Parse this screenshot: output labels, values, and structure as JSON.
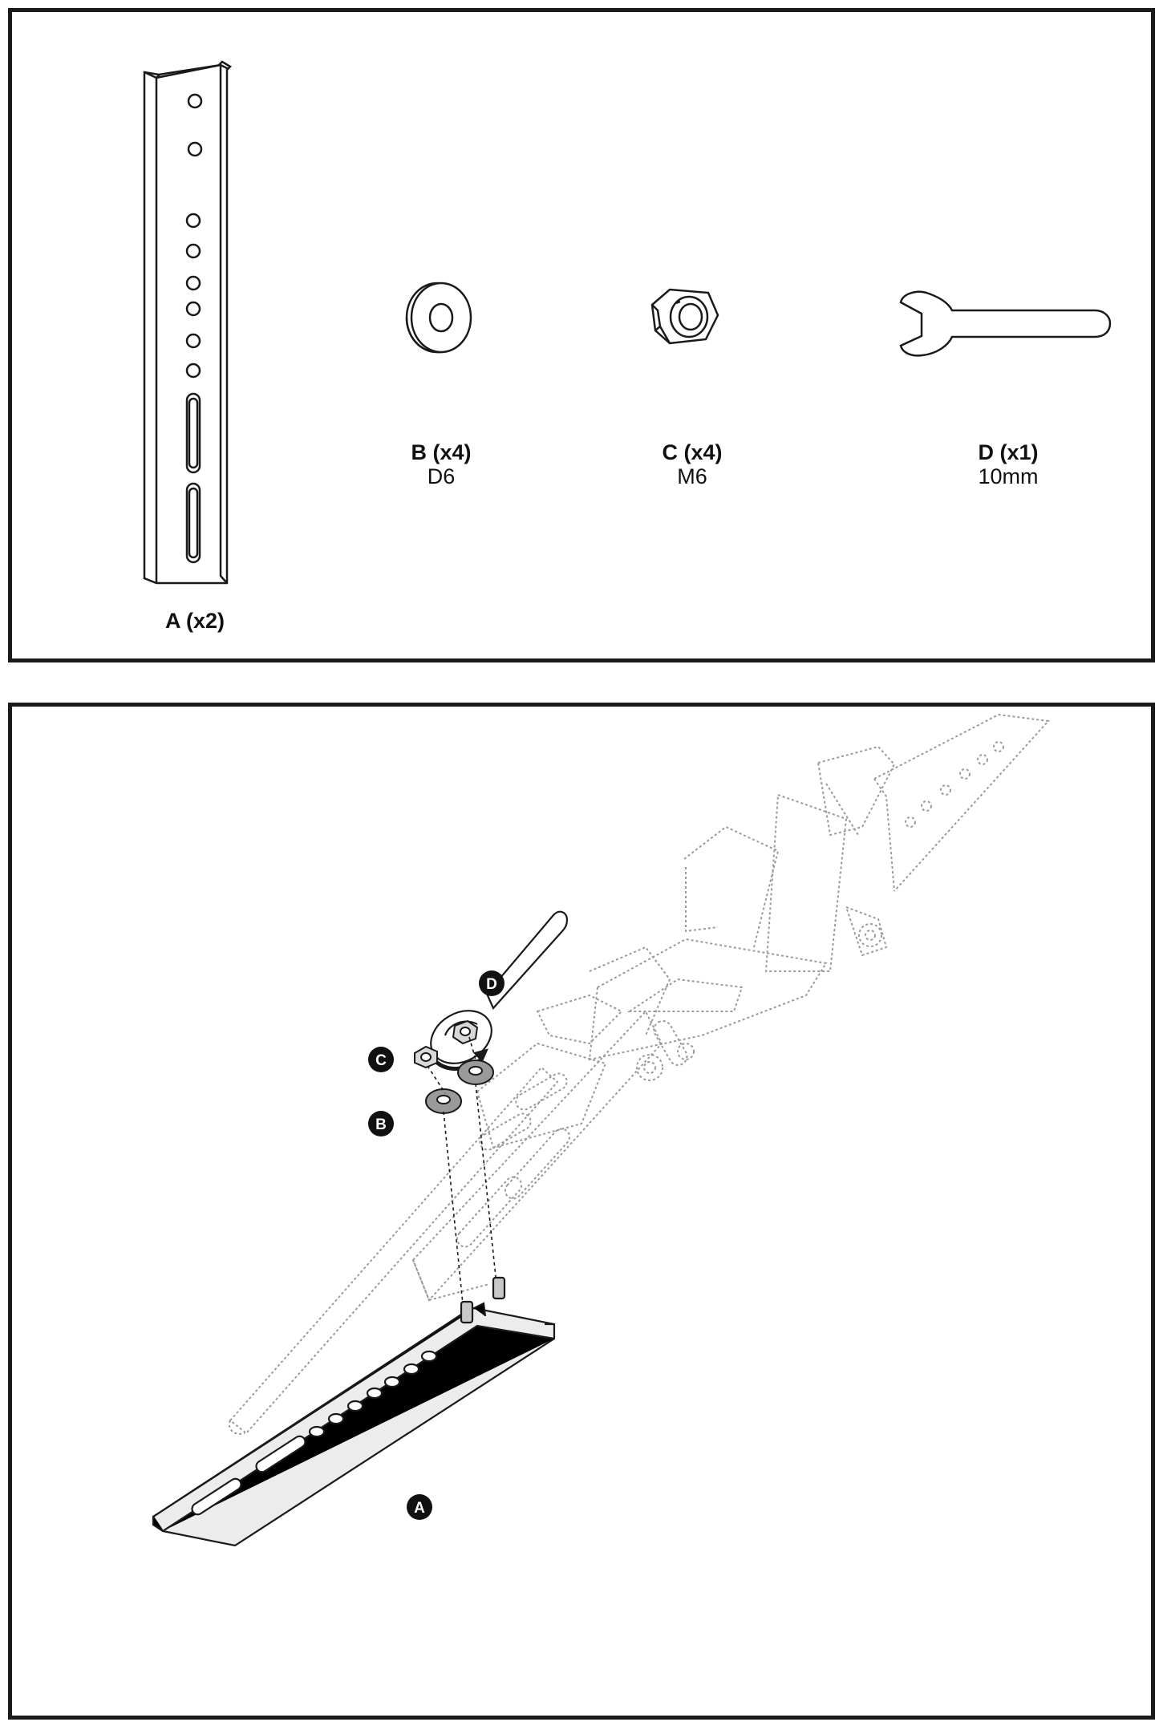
{
  "parts": [
    {
      "id": "A",
      "qty_label": "A (x2)",
      "spec": ""
    },
    {
      "id": "B",
      "qty_label": "B (x4)",
      "spec": "D6"
    },
    {
      "id": "C",
      "qty_label": "C (x4)",
      "spec": "M6"
    },
    {
      "id": "D",
      "qty_label": "D (x1)",
      "spec": "10mm"
    }
  ],
  "callouts": {
    "a": "A",
    "b": "B",
    "c": "C",
    "d": "D"
  }
}
